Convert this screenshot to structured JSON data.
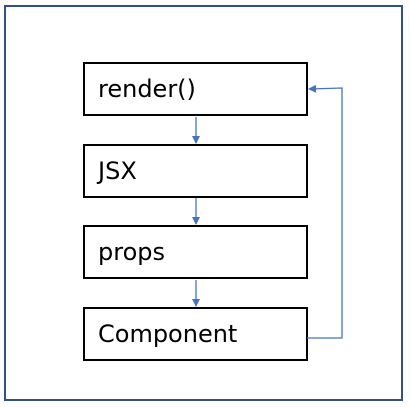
{
  "diagram": {
    "boxes": [
      {
        "id": "render",
        "label": "render()"
      },
      {
        "id": "jsx",
        "label": "JSX"
      },
      {
        "id": "props",
        "label": "props"
      },
      {
        "id": "component",
        "label": "Component"
      }
    ],
    "colors": {
      "frame": "#2f4f8f",
      "arrow": "#4472c4",
      "box_border": "#000000",
      "text": "#000000"
    }
  }
}
